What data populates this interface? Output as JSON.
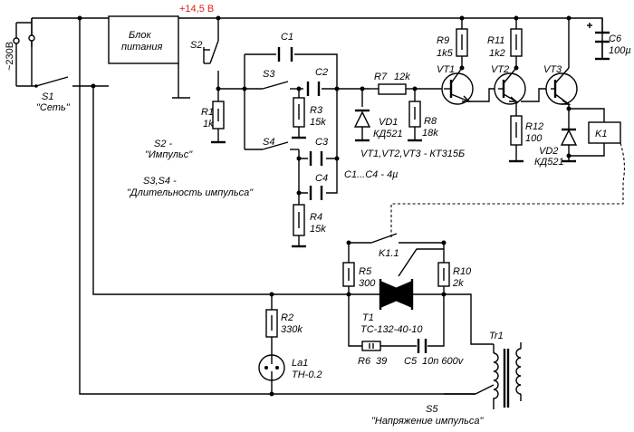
{
  "mains": {
    "voltage": "~230В"
  },
  "power_block": {
    "line1": "Блок",
    "line2": "питания"
  },
  "supply_voltage": "+14,5 В",
  "switches": {
    "s1": {
      "id": "S1",
      "name": "\"Сеть\""
    },
    "s2": {
      "id": "S2"
    },
    "s3": {
      "id": "S3"
    },
    "s4": {
      "id": "S4"
    },
    "s5": {
      "id": "S5",
      "name": "\"Напряжение импульса\""
    }
  },
  "resistors": {
    "r1": {
      "id": "R1",
      "value": "1k"
    },
    "r2": {
      "id": "R2",
      "value": "330k"
    },
    "r3": {
      "id": "R3",
      "value": "15k"
    },
    "r4": {
      "id": "R4",
      "value": "15k"
    },
    "r5": {
      "id": "R5",
      "value": "300"
    },
    "r6": {
      "id": "R6",
      "value": "39"
    },
    "r7": {
      "id": "R7",
      "value": "12k"
    },
    "r8": {
      "id": "R8",
      "value": "18k"
    },
    "r9": {
      "id": "R9",
      "value": "1k5"
    },
    "r10": {
      "id": "R10",
      "value": "2k"
    },
    "r11": {
      "id": "R11",
      "value": "1k2"
    },
    "r12": {
      "id": "R12",
      "value": "100"
    }
  },
  "capacitors": {
    "c1": {
      "id": "C1"
    },
    "c2": {
      "id": "C2"
    },
    "c3": {
      "id": "C3"
    },
    "c4": {
      "id": "C4"
    },
    "c5": {
      "id": "C5",
      "value": "10n 600v"
    },
    "c6": {
      "id": "C6",
      "value": "100µ"
    }
  },
  "diodes": {
    "vd1": {
      "id": "VD1",
      "type": "КД521"
    },
    "vd2": {
      "id": "VD2",
      "type": "КД521"
    }
  },
  "transistors": {
    "vt1": "VT1",
    "vt2": "VT2",
    "vt3": "VT3"
  },
  "relay": {
    "id": "K1",
    "contact": "K1.1"
  },
  "thyristor": {
    "id": "T1",
    "type": "ТС-132-40-10"
  },
  "lamp": {
    "id": "La1",
    "type": "ТН-0.2"
  },
  "transformer": {
    "id": "Tr1"
  },
  "notes": {
    "s2_label": "S2 -",
    "s2_desc": "\"Импульс\"",
    "s34_label": "S3,S4 -",
    "s34_desc": "\"Длительность импульса\"",
    "transistors": "VT1,VT2,VT3 - КТ315Б",
    "capacitors": "C1...C4 - 4µ"
  }
}
